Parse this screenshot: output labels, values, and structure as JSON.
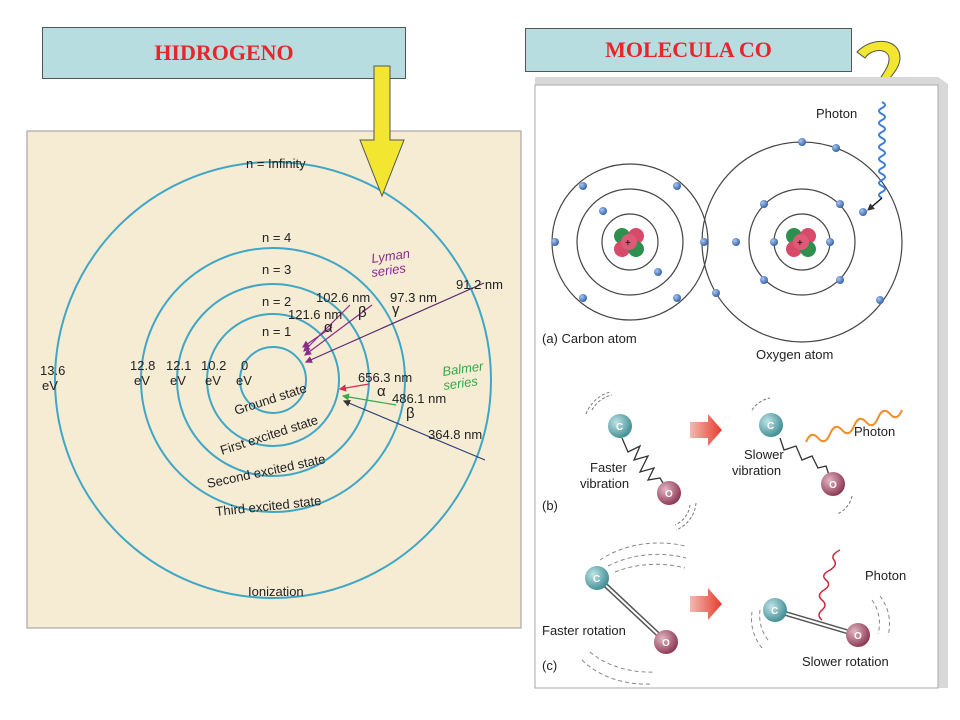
{
  "titles": {
    "hydrogen": "HIDROGENO",
    "co": "MOLECULA CO"
  },
  "hydrogen": {
    "levels": {
      "n_inf": "n = Infinity",
      "n4": "n = 4",
      "n3": "n = 3",
      "n2": "n = 2",
      "n1": "n = 1"
    },
    "energies": {
      "e136": "13.6",
      "e128": "12.8",
      "e121": "12.1",
      "e102": "10.2",
      "e0": "0",
      "ev": "eV"
    },
    "series": {
      "lyman_1": "Lyman",
      "lyman_2": "series",
      "balmer_1": "Balmer",
      "balmer_2": "series"
    },
    "wavelengths": {
      "w1026": "102.6 nm",
      "w973": "97.3 nm",
      "w912": "91.2 nm",
      "w1216": "121.6 nm",
      "w6563": "656.3 nm",
      "w4861": "486.1 nm",
      "w3648": "364.8 nm"
    },
    "greek": {
      "alpha": "α",
      "beta": "β",
      "gamma": "γ"
    },
    "states": {
      "ground": "Ground state",
      "first": "First excited state",
      "second": "Second excited state",
      "third": "Third excited state",
      "ionization": "Ionization"
    }
  },
  "co": {
    "photon": "Photon",
    "label_a": "(a) Carbon atom",
    "oxygen_atom": "Oxygen atom",
    "label_b": "(b)",
    "faster_vib_1": "Faster",
    "faster_vib_2": "vibration",
    "slower_vib_1": "Slower",
    "slower_vib_2": "vibration",
    "label_c": "(c)",
    "faster_rot": "Faster rotation",
    "slower_rot": "Slower rotation",
    "c": "C",
    "o": "O",
    "plus": "+"
  },
  "colors": {
    "panel_bg": "#f6ecd4",
    "orbit": "#3fa6c5",
    "lyman": "#8a2c8a",
    "balmer": "#3aa64a",
    "arrow": "#f2e631",
    "title_text": "#e8252a"
  }
}
